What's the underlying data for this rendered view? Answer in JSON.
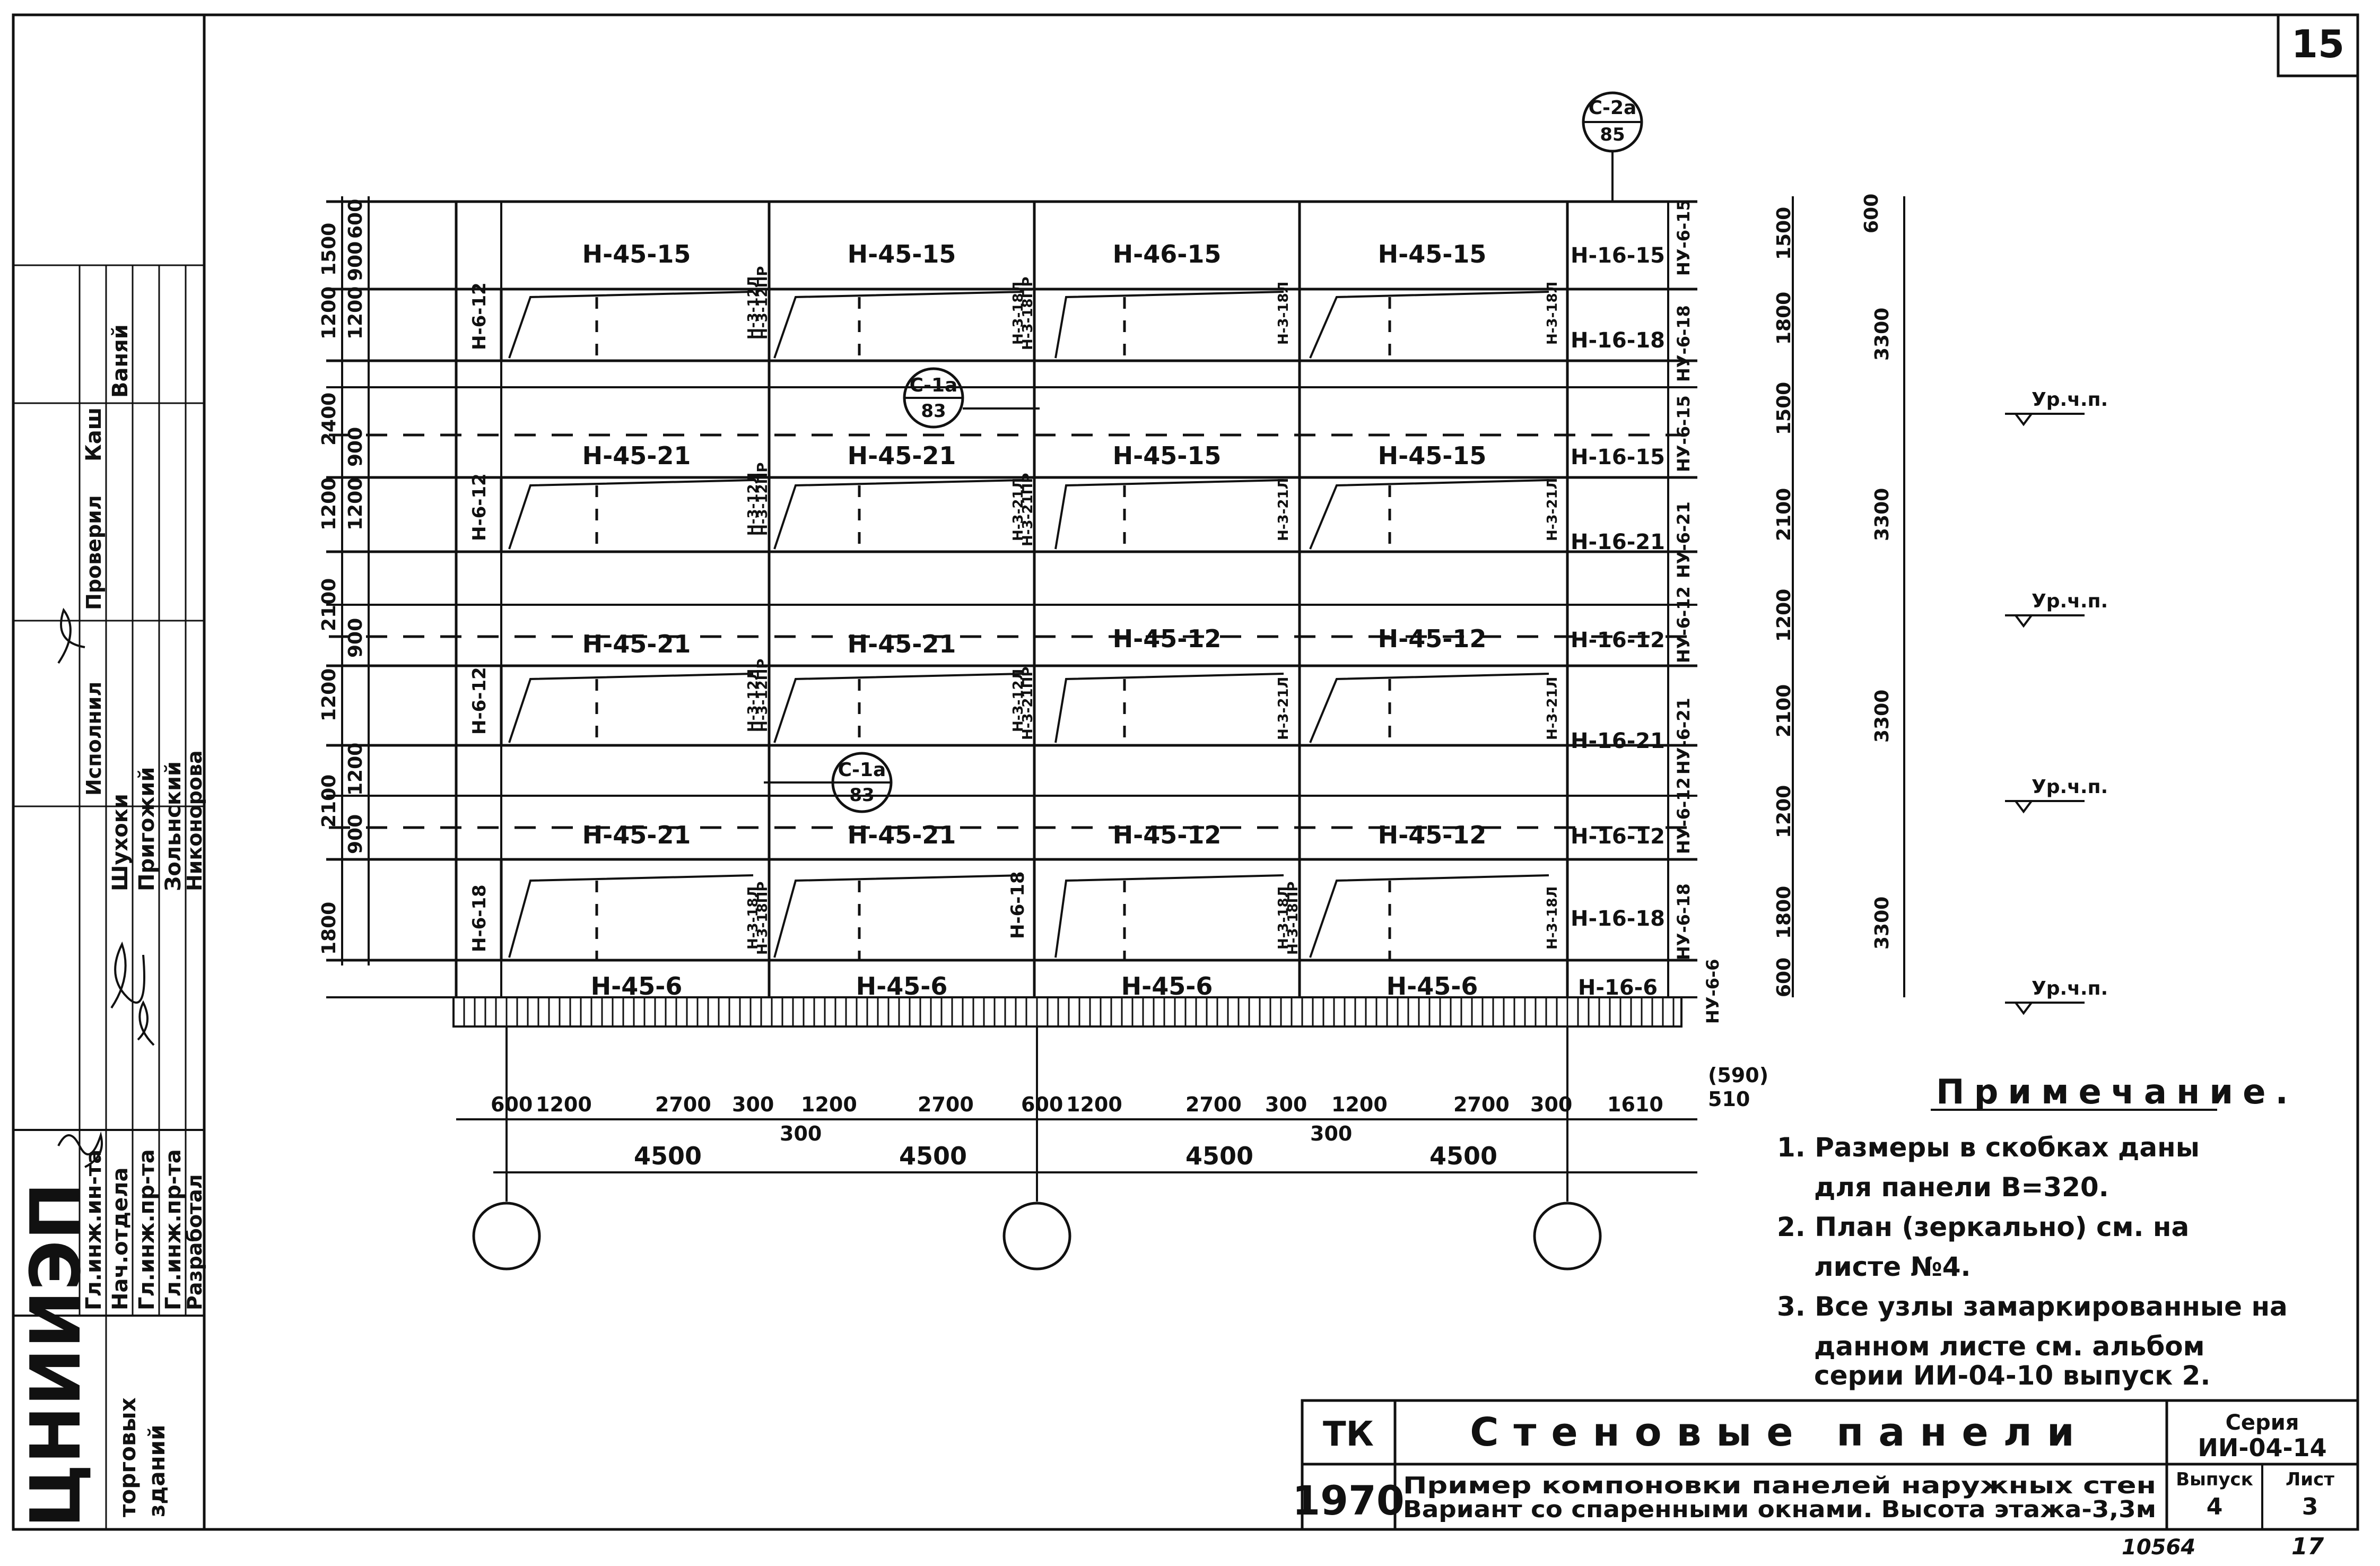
{
  "sheet": {
    "number": "15",
    "footer_left": "10564",
    "footer_right": "17"
  },
  "node_markers": {
    "top": {
      "code": "С-2а",
      "sheet": "85"
    },
    "mid": {
      "code": "С-1а",
      "sheet": "83"
    },
    "low": {
      "code": "С-1а",
      "sheet": "83"
    }
  },
  "panels": {
    "row6": [
      "Н-45-15",
      "Н-45-15",
      "Н-46-15",
      "Н-45-15",
      "Н-16-15"
    ],
    "row5": [
      "Н-45-21",
      "Н-45-21",
      "Н-45-15",
      "Н-45-15",
      "Н-16-15"
    ],
    "row4": [
      "Н-45-21",
      "Н-45-21",
      "Н-45-12",
      "Н-45-12",
      "Н-16-12"
    ],
    "row3": [
      "Н-45-21",
      "Н-45-21",
      "Н-45-12",
      "Н-45-12",
      "Н-16-12"
    ],
    "row1": [
      "Н-45-6",
      "Н-45-6",
      "Н-45-6",
      "Н-45-6",
      "Н-16-6"
    ],
    "win_right_a": "Н-16-18",
    "win_right_b": "Н-16-21",
    "win_right_c": "Н-16-21",
    "win_right_d": "Н-16-18"
  },
  "piers": {
    "left_a": "Н-6-12",
    "left_b": "Н-6-12",
    "left_c": "Н-6-12",
    "left_d": "Н-6-18",
    "mid_d": "Н-6-18",
    "v_a1": "Н-3-12Л",
    "v_a2": "Н-3-12ПР",
    "v_a3": "Н-3-18Л",
    "v_a4": "Н-3-18ПР",
    "v_a5": "Н-3-18Л",
    "v_a6": "Н-3-18Л",
    "v_b1": "Н-3-12Л",
    "v_b2": "Н-3-12ПР",
    "v_b3": "Н-3-21Л",
    "v_b4": "Н-3-21ПР",
    "v_b5": "Н-3-21Л",
    "v_b6": "Н-3-21Л",
    "v_c1": "Н-3-12Л",
    "v_c2": "Н-3-12ПР",
    "v_c3": "Н-3-12Л",
    "v_c4": "Н-3-21ПР",
    "v_c5": "Н-3-21Л",
    "v_c6": "Н-3-21Л",
    "v_d1": "Н-3-18Л",
    "v_d2": "Н-3-18ПР",
    "v_d3": "Н-3-18Л",
    "v_d4": "Н-3-18ПР",
    "v_d5": "Н-3-18Л"
  },
  "corner_panels": [
    "НУ-6-15",
    "НУ-6-18",
    "НУ-6-15",
    "НУ-6-21",
    "НУ-6-12",
    "НУ-6-21",
    "НУ-6-12",
    "НУ-6-18",
    "НУ-6-6"
  ],
  "dims_left": {
    "outer": [
      "1500",
      "1200",
      "2400",
      "1200",
      "2100",
      "1200",
      "2100",
      "1800"
    ],
    "inner": [
      "600",
      "900",
      "1200",
      "900",
      "1200",
      "900",
      "1200",
      "900"
    ]
  },
  "dims_right": {
    "inner": [
      "600",
      "1500",
      "1800",
      "1500",
      "2100",
      "1200",
      "2100",
      "1200",
      "1800",
      "600"
    ],
    "outer": [
      "3300",
      "3300",
      "3300",
      "3300"
    ]
  },
  "level_mark": "Ур.ч.п.",
  "dims_bottom": {
    "row1": [
      "600",
      "1200",
      "2700",
      "300",
      "1200",
      "2700",
      "600",
      "1200",
      "2700",
      "300",
      "1200",
      "2700",
      "300",
      "1610"
    ],
    "bracket": "(590)",
    "end": "510",
    "row1_sub": [
      "300",
      "300"
    ],
    "row2": [
      "4500",
      "4500",
      "4500",
      "4500"
    ]
  },
  "notes": {
    "title": "Примечание.",
    "items": [
      "1. Размеры в скобках даны",
      "для панели В=320.",
      "2. План (зеркально) см. на",
      "листе №4.",
      "3. Все узлы замаркированные на",
      "данном листе см. альбом",
      "серии ИИ-04-10 выпуск 2."
    ]
  },
  "title_block": {
    "tk": "ТК",
    "year": "1970",
    "title": "Стеновые панели",
    "subtitle_1": "Пример компоновки панелей наружных стен",
    "subtitle_2": "Вариант со спаренными окнами. Высота этажа-3,3м",
    "series_label": "Серия",
    "series_value": "ИИ-04-14",
    "issue_label": "Выпуск",
    "issue_value": "4",
    "sheet_label": "Лист",
    "sheet_value": "3"
  },
  "stamp": {
    "org": "ЦНИИЭП",
    "org_sub_1": "торговых",
    "org_sub_2": "зданий",
    "roles": [
      "Гл.инж.ин-та",
      "Нач.отдела",
      "Гл.инж.пр-та",
      "Гл.инж.пр-та",
      "Разработал"
    ],
    "names": [
      "Шухоки",
      "Пригожий",
      "Зольнский",
      "Никонорова"
    ],
    "checks": [
      "Исполнил",
      "Проверил"
    ],
    "top_labels": [
      "Каш",
      "Ваняй"
    ]
  }
}
